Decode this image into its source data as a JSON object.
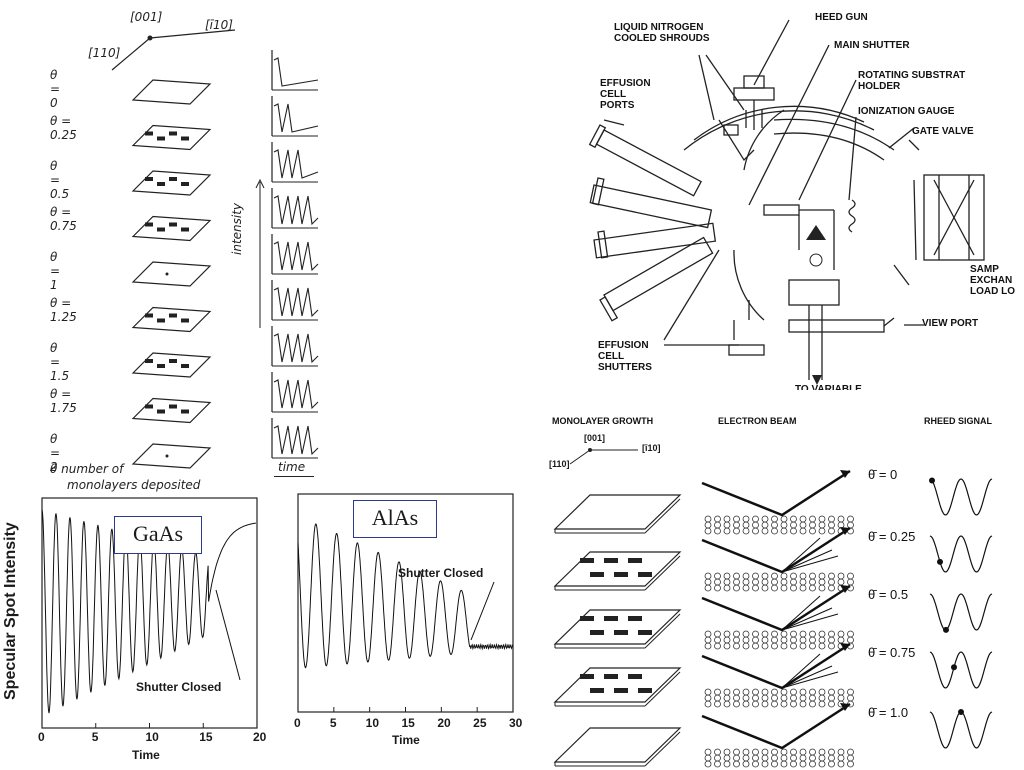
{
  "left_figure": {
    "axes": {
      "a": "[001]",
      "b": "[ī10]",
      "c": "[110]"
    },
    "thetas": [
      "θ = 0",
      "θ = 0.25",
      "θ = 0.5",
      "θ = 0.75",
      "θ = 1",
      "θ = 1.25",
      "θ = 1.5",
      "θ = 1.75",
      "θ = 2"
    ],
    "intensity_label": "intensity",
    "time_label": "time",
    "caption_line1": "θ  number of",
    "caption_line2": "monolayers deposited"
  },
  "chamber": {
    "labels": {
      "liquid_nitrogen": "LIQUID NITROGEN\nCOOLED SHROUDS",
      "heed_gun": "HEED GUN",
      "main_shutter": "MAIN SHUTTER",
      "rotating_holder": "ROTATING SUBSTRAT\nHOLDER",
      "ionization_gauge": "IONIZATION GAUGE",
      "gate_valve": "GATE VALVE",
      "effusion_ports": "EFFUSION\nCELL\nPORTS",
      "sample_exchange": "SAMP\nEXCHAN\nLOAD LO",
      "view_port": "VIEW PORT",
      "effusion_shutters": "EFFUSION\nCELL\nSHUTTERS",
      "to_variable": "TO VARIABLE"
    }
  },
  "gaas_plot": {
    "label": "GaAs",
    "ylabel": "Specular Spot Intensity",
    "xlabel": "Time",
    "xticks": [
      "0",
      "5",
      "10",
      "15",
      "20"
    ],
    "annotation": "Shutter Closed"
  },
  "alas_plot": {
    "label": "AlAs",
    "xlabel": "Time",
    "xticks": [
      "0",
      "5",
      "10",
      "15",
      "20",
      "25",
      "30"
    ],
    "annotation": "Shutter Closed"
  },
  "rheed_figure": {
    "headers": {
      "growth": "MONOLAYER GROWTH",
      "beam": "ELECTRON BEAM",
      "signal": "RHEED SIGNAL"
    },
    "axes": {
      "a": "[001]",
      "b": "[ī10]",
      "c": "[110]"
    },
    "thetas": [
      "θ̄ = 0",
      "θ̄ = 0.25",
      "θ̄ = 0.5",
      "θ̄ = 0.75",
      "θ̄ = 1.0"
    ]
  },
  "chart_data": [
    {
      "type": "line",
      "title": "GaAs",
      "xlabel": "Time",
      "ylabel": "Specular Spot Intensity",
      "xlim": [
        0,
        20
      ],
      "x": [
        0,
        1,
        2,
        3,
        4,
        5,
        6,
        7,
        8,
        9,
        10,
        11,
        12,
        13,
        14,
        15,
        16,
        17,
        18,
        19,
        20
      ],
      "series": [
        {
          "name": "GaAs",
          "values": [
            0.1,
            0.9,
            0.3,
            0.85,
            0.35,
            0.8,
            0.4,
            0.78,
            0.42,
            0.75,
            0.45,
            0.73,
            0.47,
            0.72,
            0.5,
            0.7,
            0.75,
            0.85,
            0.88,
            0.9,
            0.9
          ]
        }
      ],
      "annotation": "Shutter Closed"
    },
    {
      "type": "line",
      "title": "AlAs",
      "xlabel": "Time",
      "xlim": [
        0,
        30
      ],
      "series": [
        {
          "name": "AlAs",
          "values": [
            0.9,
            0.4,
            0.85,
            0.2,
            0.7,
            0.25,
            0.65,
            0.3,
            0.6,
            0.35,
            0.55,
            0.4,
            0.5,
            0.45,
            0.45
          ]
        }
      ],
      "annotation": "Shutter Closed"
    }
  ]
}
